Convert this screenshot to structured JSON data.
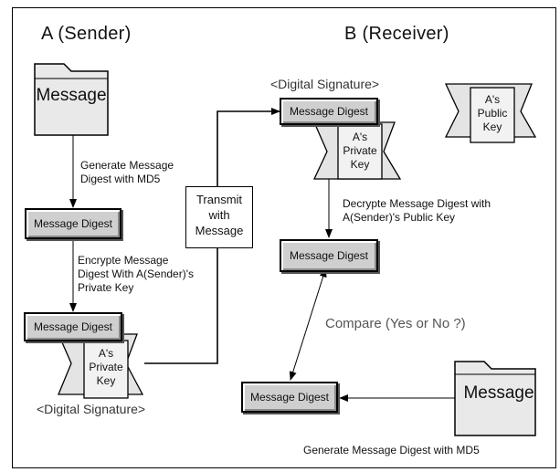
{
  "titles": {
    "sender": "A (Sender)",
    "receiver": "B (Receiver)"
  },
  "sender": {
    "message_doc": "Message",
    "step1_caption": "Generate Message\nDigest with MD5",
    "digest1": "Message Digest",
    "step2_caption": "Encrypte Message\nDigest With A(Sender)'s\nPrivate Key",
    "digest2": "Message Digest",
    "key": "A's\nPrivate\nKey",
    "signature_label": "<Digital Signature>"
  },
  "transmit": "Transmit\nwith\nMessage",
  "receiver": {
    "signature_label": "<Digital Signature>",
    "digest_signed": "Message Digest",
    "private_key": "A's\nPrivate\nKey",
    "public_key": "A's\nPublic\nKey",
    "decrypt_caption": "Decrypte Message Digest with\nA(Sender)'s Public Key",
    "digest_decrypted": "Message Digest",
    "compare": "Compare (Yes or No ?)",
    "digest_computed": "Message Digest",
    "message_doc": "Message",
    "generate_caption": "Generate Message Digest with MD5"
  }
}
